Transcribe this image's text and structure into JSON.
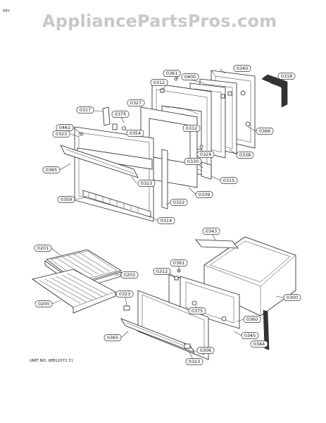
{
  "watermark": "AppliancePartsPros.com",
  "revision_mark": "REV",
  "art_note": "(ART NO. WB12072 C)",
  "labels": {
    "p0361a": "0361",
    "p0340": "0340",
    "p0400": "0400",
    "p0318": "0318",
    "p0312a": "0312",
    "p0327": "0327",
    "p0375a": "0375",
    "p0317": "0317",
    "p0461": "0461",
    "p0323a": "0323",
    "p0354": "0354",
    "p0332": "0332",
    "p0366": "0366",
    "p0338": "0338",
    "p0329": "0329",
    "p0330": "0330",
    "p0365a": "0365",
    "p0323b": "0323",
    "p0315": "0315",
    "p0339": "0339",
    "p0359": "0359",
    "p0322": "0322",
    "p0314": "0314",
    "p0343": "0343",
    "p0201": "0201",
    "p0361b": "0361",
    "p0312b": "0312",
    "p0202": "0202",
    "p0300": "0300",
    "p0323c": "0323",
    "p0200": "0200",
    "p0375b": "0375",
    "p0360": "0360",
    "p0345": "0345",
    "p0365b": "0365",
    "p0344": "0344",
    "p0306": "0306",
    "p0323d": "0323"
  }
}
